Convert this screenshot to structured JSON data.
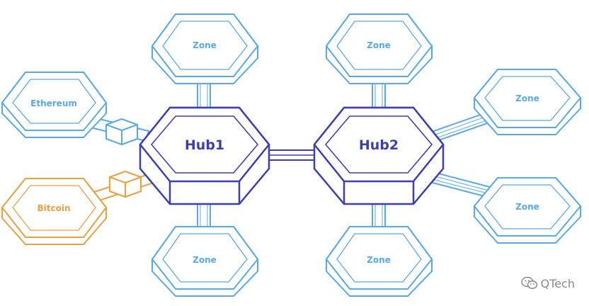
{
  "colors": {
    "zone": "#5aa9e6",
    "hub": "#3d3fb0",
    "bitcoin": "#e8a043",
    "watermark": "#8a8a8a"
  },
  "hubs": {
    "hub1": "Hub1",
    "hub2": "Hub2"
  },
  "zones": {
    "hub1_top": "Zone",
    "hub1_bottom": "Zone",
    "hub2_top": "Zone",
    "hub2_bottom": "Zone",
    "hub2_right_top": "Zone",
    "hub2_right_bottom": "Zone"
  },
  "chains": {
    "ethereum": "Ethereum",
    "bitcoin": "Bitcoin"
  },
  "watermark": {
    "text": "QTech",
    "icon": "wechat-icon"
  }
}
